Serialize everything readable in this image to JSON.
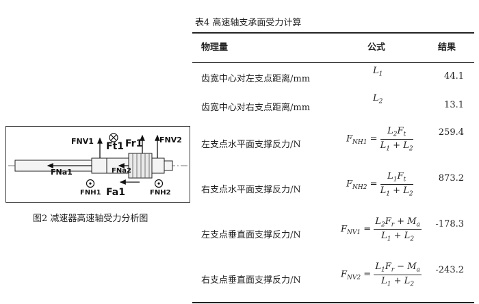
{
  "figure": {
    "caption": "图2 减速器高速轴受力分析图",
    "labels": {
      "fnv1": "FNV1",
      "fnv2": "FNV2",
      "ft1": "Ft1",
      "fr1": "Fr1",
      "fna1": "FNa1",
      "fna2": "FNa2",
      "fnh1": "FNH1",
      "fnh2": "FNH2",
      "fa1": "Fa1"
    }
  },
  "table": {
    "caption": "表4 高速轴支承面受力计算",
    "headers": {
      "quantity": "物理量",
      "formula": "公式",
      "result": "结果"
    },
    "rows": [
      {
        "name": "齿宽中心对左支点距离/mm",
        "formula": "L1",
        "result": "44.1"
      },
      {
        "name": "齿宽中心对右支点距离/mm",
        "formula": "L2",
        "result": "13.1"
      },
      {
        "name": "左支点水平面支撑反力/N",
        "formula": "FNH1 = L2Ft / (L1 + L2)",
        "result": "259.4"
      },
      {
        "name": "右支点水平面支撑反力/N",
        "formula": "FNH2 = L1Ft / (L1 + L2)",
        "result": "873.2"
      },
      {
        "name": "左支点垂直面支撑反力/N",
        "formula": "FNV1 = (L2Fr + Ma) / (L1 + L2)",
        "result": "-178.3"
      },
      {
        "name": "右支点垂直面支撑反力/N",
        "formula": "FNV2 = (L1Fr − Ma) / (L1 + L2)",
        "result": "-243.2"
      }
    ]
  }
}
